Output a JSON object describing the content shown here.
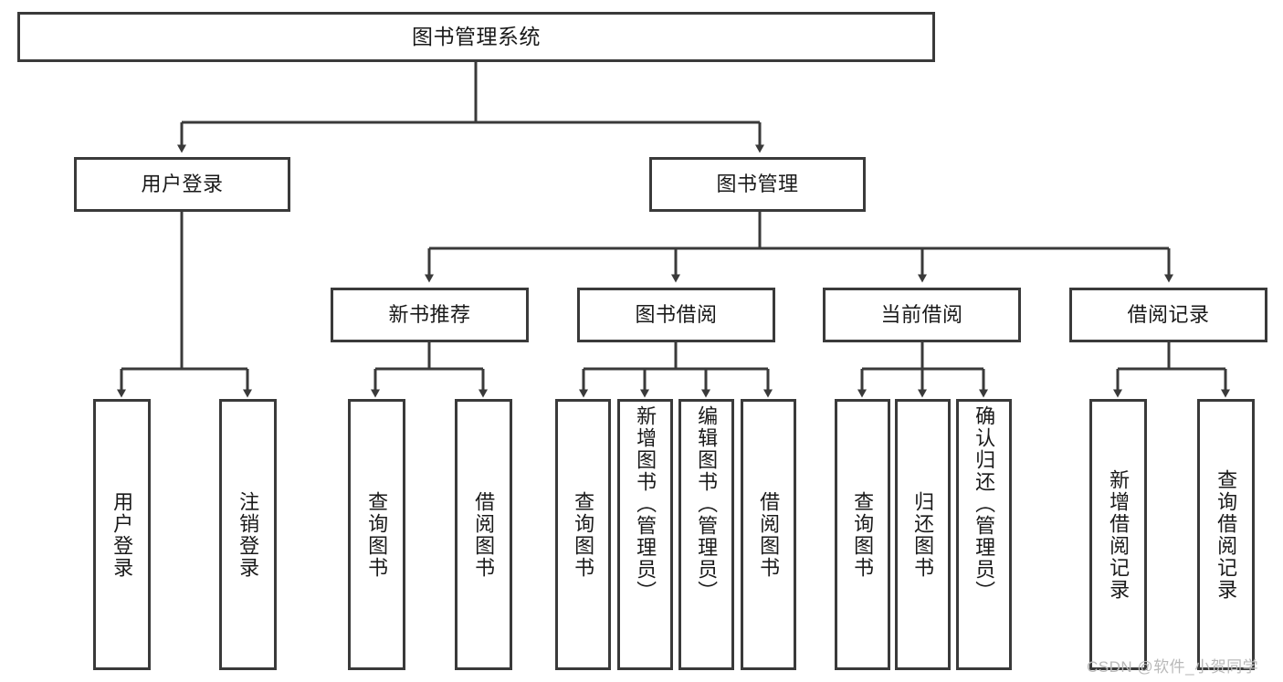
{
  "diagram": {
    "type": "hierarchy-tree",
    "title": "图书管理系统",
    "levels": 4,
    "nodes": {
      "root": {
        "label": "图书管理系统"
      },
      "level2": [
        {
          "id": "user-login",
          "label": "用户登录"
        },
        {
          "id": "book-management",
          "label": "图书管理"
        }
      ],
      "level3": [
        {
          "id": "new-book-recommend",
          "label": "新书推荐"
        },
        {
          "id": "book-borrow",
          "label": "图书借阅"
        },
        {
          "id": "current-borrow",
          "label": "当前借阅"
        },
        {
          "id": "borrow-record",
          "label": "借阅记录"
        }
      ],
      "leaves": {
        "user-login": [
          {
            "id": "leaf-user-login",
            "label": "用户登录"
          },
          {
            "id": "leaf-logout",
            "label": "注销登录"
          }
        ],
        "new-book-recommend": [
          {
            "id": "leaf-query-book-1",
            "label": "查询图书"
          },
          {
            "id": "leaf-borrow-book-1",
            "label": "借阅图书"
          }
        ],
        "book-borrow": [
          {
            "id": "leaf-query-book-2",
            "label": "查询图书"
          },
          {
            "id": "leaf-add-book",
            "label": "新增图书（管理员）"
          },
          {
            "id": "leaf-edit-book",
            "label": "编辑图书（管理员）"
          },
          {
            "id": "leaf-borrow-book-2",
            "label": "借阅图书"
          }
        ],
        "current-borrow": [
          {
            "id": "leaf-query-book-3",
            "label": "查询图书"
          },
          {
            "id": "leaf-return-book",
            "label": "归还图书"
          },
          {
            "id": "leaf-confirm-return",
            "label": "确认归还（管理员）"
          }
        ],
        "borrow-record": [
          {
            "id": "leaf-add-record",
            "label": "新增借阅记录"
          },
          {
            "id": "leaf-query-record",
            "label": "查询借阅记录"
          }
        ]
      }
    },
    "colors": {
      "border": "#3a3a3a",
      "background": "#ffffff",
      "text": "#1a1a1a",
      "watermark": "#b9b9b9"
    }
  },
  "watermark": {
    "text": "CSDN @软件_小贺同学"
  }
}
